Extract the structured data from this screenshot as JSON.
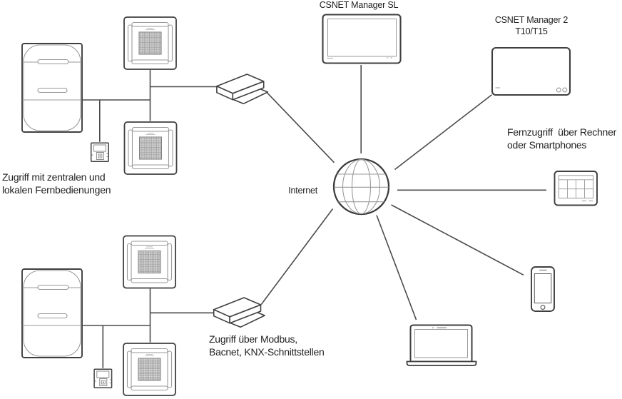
{
  "diagram": {
    "background": "#ffffff",
    "colors": {
      "outline": "#3f3f3f",
      "detail": "#9a9a9a",
      "wire": "#4b4b4b",
      "text": "#1f1f1f"
    },
    "labels": {
      "manager_sl": "CSNET Manager SL",
      "manager_2_line1": "CSNET Manager 2",
      "manager_2_line2": "T10/T15",
      "internet": "Internet",
      "remote_access_line1": "Fernzugriff  über Rechner",
      "remote_access_line2": "oder Smartphones",
      "local_access_line1": "Zugriff mit zentralen und",
      "local_access_line2": "lokalen Fernbedienungen",
      "gateway_access_line1": "Zugriff über Modbus,",
      "gateway_access_line2": "Bacnet, KNX-Schnittstellen"
    },
    "icons": [
      "outdoor-unit-icon",
      "cassette-indoor-unit-icon",
      "wall-controller-icon",
      "gateway-box-icon",
      "internet-globe-icon",
      "monitor-icon",
      "touch-panel-icon",
      "tablet-icon",
      "smartphone-icon",
      "laptop-icon"
    ]
  }
}
